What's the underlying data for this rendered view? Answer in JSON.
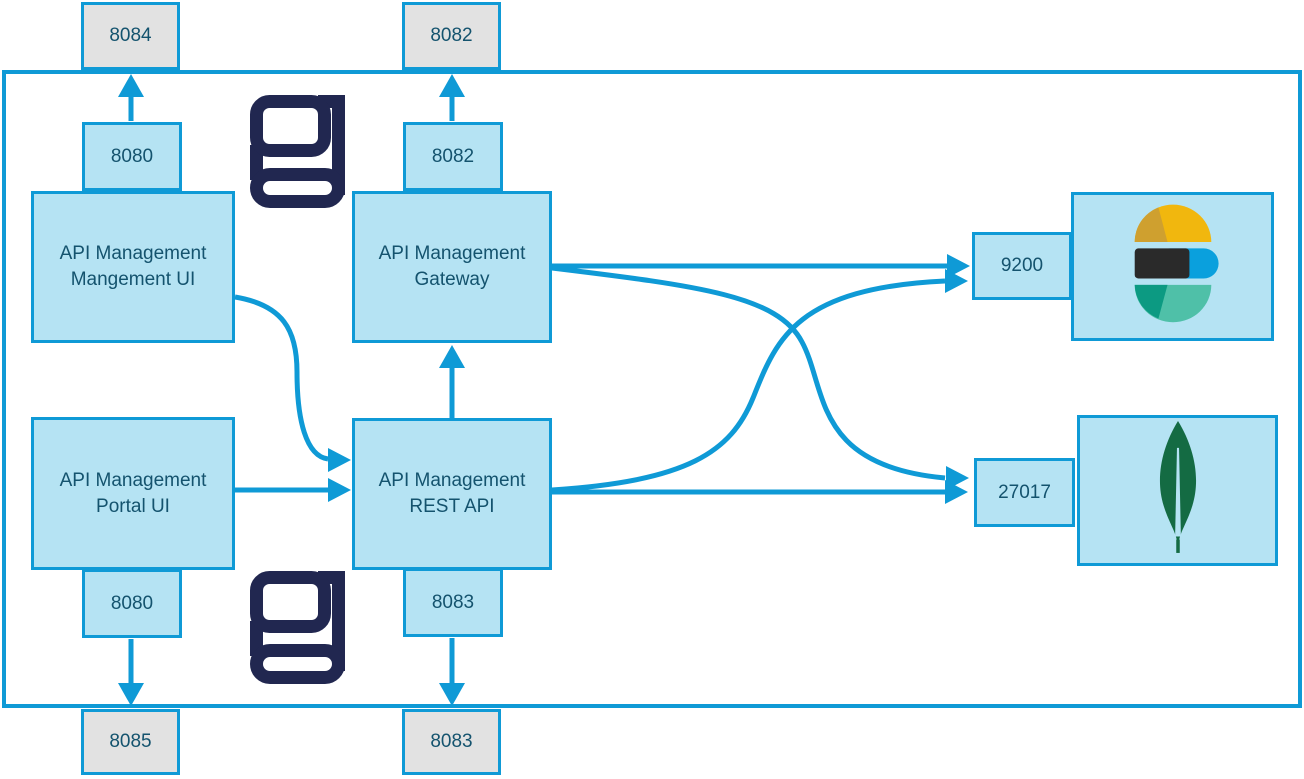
{
  "colors": {
    "accent_blue": "#0f9ad6",
    "box_fill_blue": "#b5e3f3",
    "external_port_fill_gray": "#e2e2e2",
    "label_text": "#14536e",
    "gravitee_logo_navy": "#212750",
    "elastic_yellow": "#f1b70e",
    "elastic_blue": "#0aa0dd",
    "elastic_teal": "#4fc0a8",
    "mongodb_green": "#146b43"
  },
  "components": {
    "management_ui": {
      "line1": "API Management",
      "line2": "Mangement UI"
    },
    "gateway": {
      "line1": "API Management",
      "line2": "Gateway"
    },
    "portal_ui": {
      "line1": "API Management",
      "line2": "Portal UI"
    },
    "rest_api": {
      "line1": "API Management",
      "line2": "REST API"
    }
  },
  "ports": {
    "ext_top_left": "8084",
    "ext_top_mid": "8082",
    "management_ui": "8080",
    "gateway": "8082",
    "portal_ui": "8080",
    "rest_api": "8083",
    "ext_bottom_left": "8085",
    "ext_bottom_mid": "8083",
    "elasticsearch": "9200",
    "mongodb": "27017"
  }
}
